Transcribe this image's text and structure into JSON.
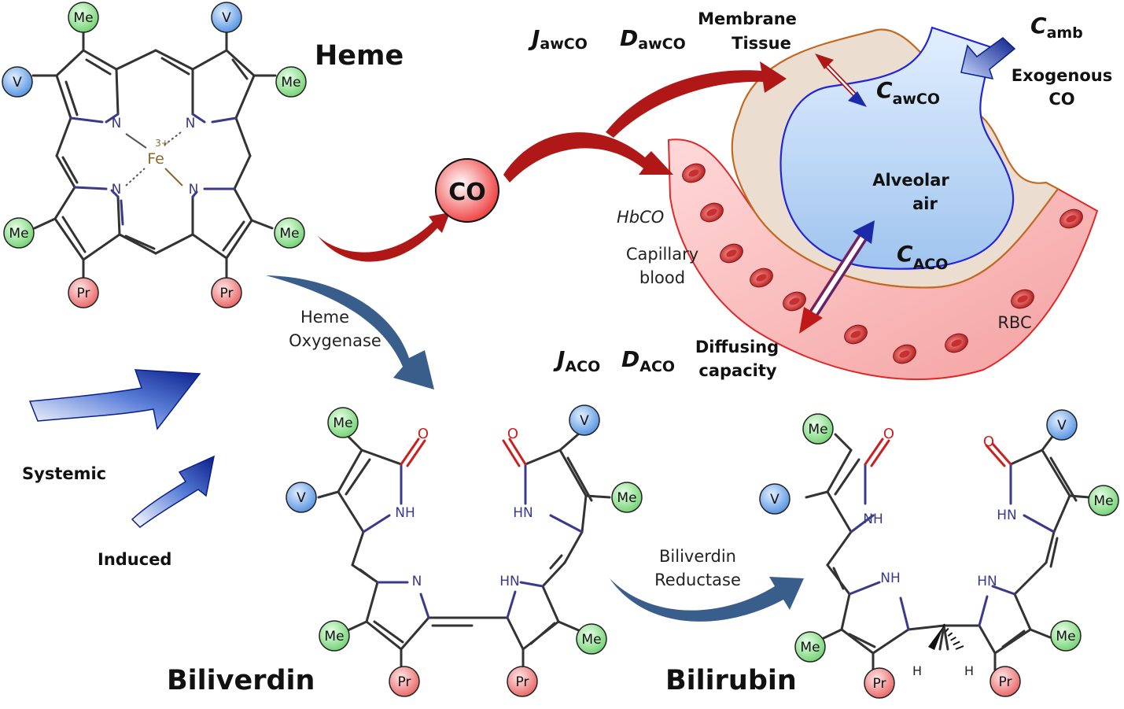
{
  "molecules": {
    "heme": "Heme",
    "biliverdin": "Biliverdin",
    "bilirubin": "Bilirubin",
    "co": "CO"
  },
  "atoms": {
    "n": "N",
    "nh": "NH",
    "hn": "HN",
    "o": "O",
    "h": "H",
    "fe": "Fe",
    "fe_charge": "3+"
  },
  "groups": {
    "me": "Me",
    "v": "V",
    "pr": "Pr"
  },
  "enzymes": {
    "ho_line1": "Heme",
    "ho_line2": "Oxygenase",
    "br_line1": "Biliverdin",
    "br_line2": "Reductase"
  },
  "legend": {
    "systemic": "Systemic",
    "induced": "Induced"
  },
  "lung": {
    "j_aw": "J",
    "j_aw_sub": "awCO",
    "d_aw": "D",
    "d_aw_sub": "awCO",
    "membrane": "Membrane",
    "tissue": "Tissue",
    "c_amb": "C",
    "c_amb_sub": "amb",
    "exogenous": "Exogenous",
    "exogenous_co": "CO",
    "c_aw": "C",
    "c_aw_sub": "awCO",
    "alveolar": "Alveolar",
    "air": "air",
    "c_a": "C",
    "c_a_sub": "ACO",
    "hbco": "HbCO",
    "capillary": "Capillary",
    "blood": "blood",
    "rbc": "RBC",
    "j_a": "J",
    "j_a_sub": "ACO",
    "d_a": "D",
    "d_a_sub": "ACO",
    "diffusing": "Diffusing",
    "capacity": "capacity"
  },
  "colors": {
    "me": "#8ee08e",
    "v": "#6aa8ee",
    "pr": "#f07a7a",
    "co_arrow": "#b01818",
    "enzyme_arrow": "#3a5e8c",
    "tissue": "#ead9cc",
    "alveolus": "#bcd8f4",
    "blood": "#f7a8a8"
  }
}
